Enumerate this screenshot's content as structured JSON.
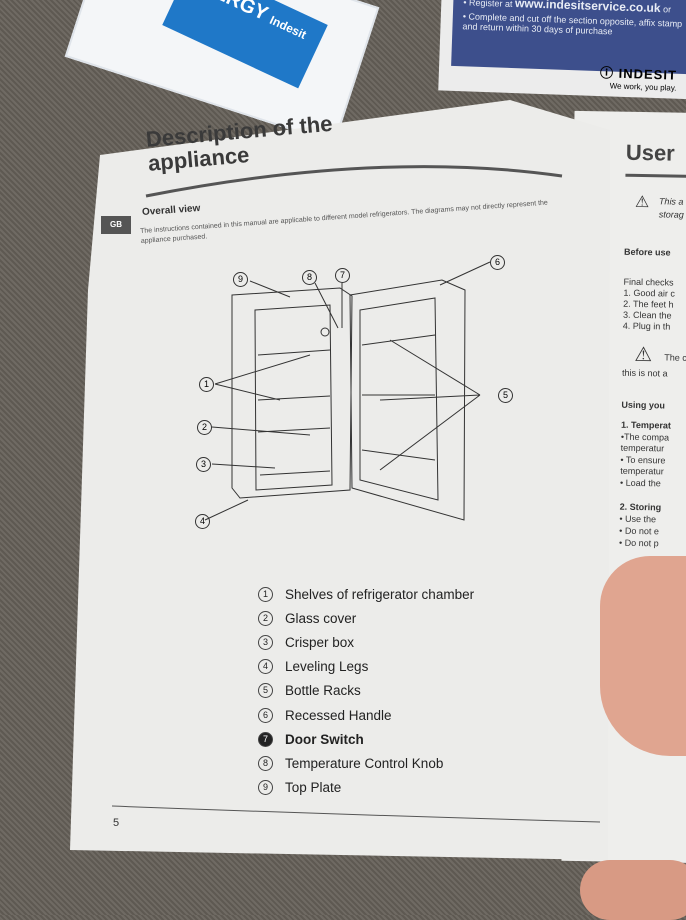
{
  "leaflet_left": {
    "brand": "Indesit",
    "label": "ENERGY"
  },
  "registration_card": {
    "line1_prefix": "Register at",
    "url": "www.indesitservice.co.uk",
    "line1_suffix": "or",
    "line2": "Complete and cut off the section opposite, affix stamp and return within 30 days of purchase",
    "brand": "INDESIT",
    "tagline": "We work, you play."
  },
  "page": {
    "title_line1": "Description of the",
    "title_line2": "appliance",
    "section": "Overall view",
    "language_badge": "GB",
    "intro": "The instructions contained in this manual are applicable to different model refrigerators. The diagrams may not directly represent the appliance purchased.",
    "callouts": [
      "1",
      "2",
      "3",
      "4",
      "5",
      "6",
      "7",
      "8",
      "9"
    ],
    "legend": [
      {
        "num": "1",
        "label": "Shelves of refrigerator chamber"
      },
      {
        "num": "2",
        "label": "Glass cover"
      },
      {
        "num": "3",
        "label": "Crisper box"
      },
      {
        "num": "4",
        "label": "Leveling Legs"
      },
      {
        "num": "5",
        "label": "Bottle Racks"
      },
      {
        "num": "6",
        "label": "Recessed Handle"
      },
      {
        "num": "7",
        "label": "Door Switch"
      },
      {
        "num": "8",
        "label": "Temperature Control Knob"
      },
      {
        "num": "9",
        "label": "Top Plate"
      }
    ],
    "page_number": "5"
  },
  "right_page": {
    "title": "User",
    "lines": [
      "This a",
      "storag",
      "Before use",
      "Final checks",
      "1.  Good air c",
      "2.  The feet h",
      "3.  Clean the",
      "4.  Plug in th",
      "The c",
      "this is not a",
      "Using you",
      "1. Temperat",
      "•The compa",
      "temperatur",
      "• To ensure",
      "temperatur",
      "• Load the",
      "2. Storing",
      "• Use the",
      "• Do not e",
      "• Do not p"
    ]
  }
}
